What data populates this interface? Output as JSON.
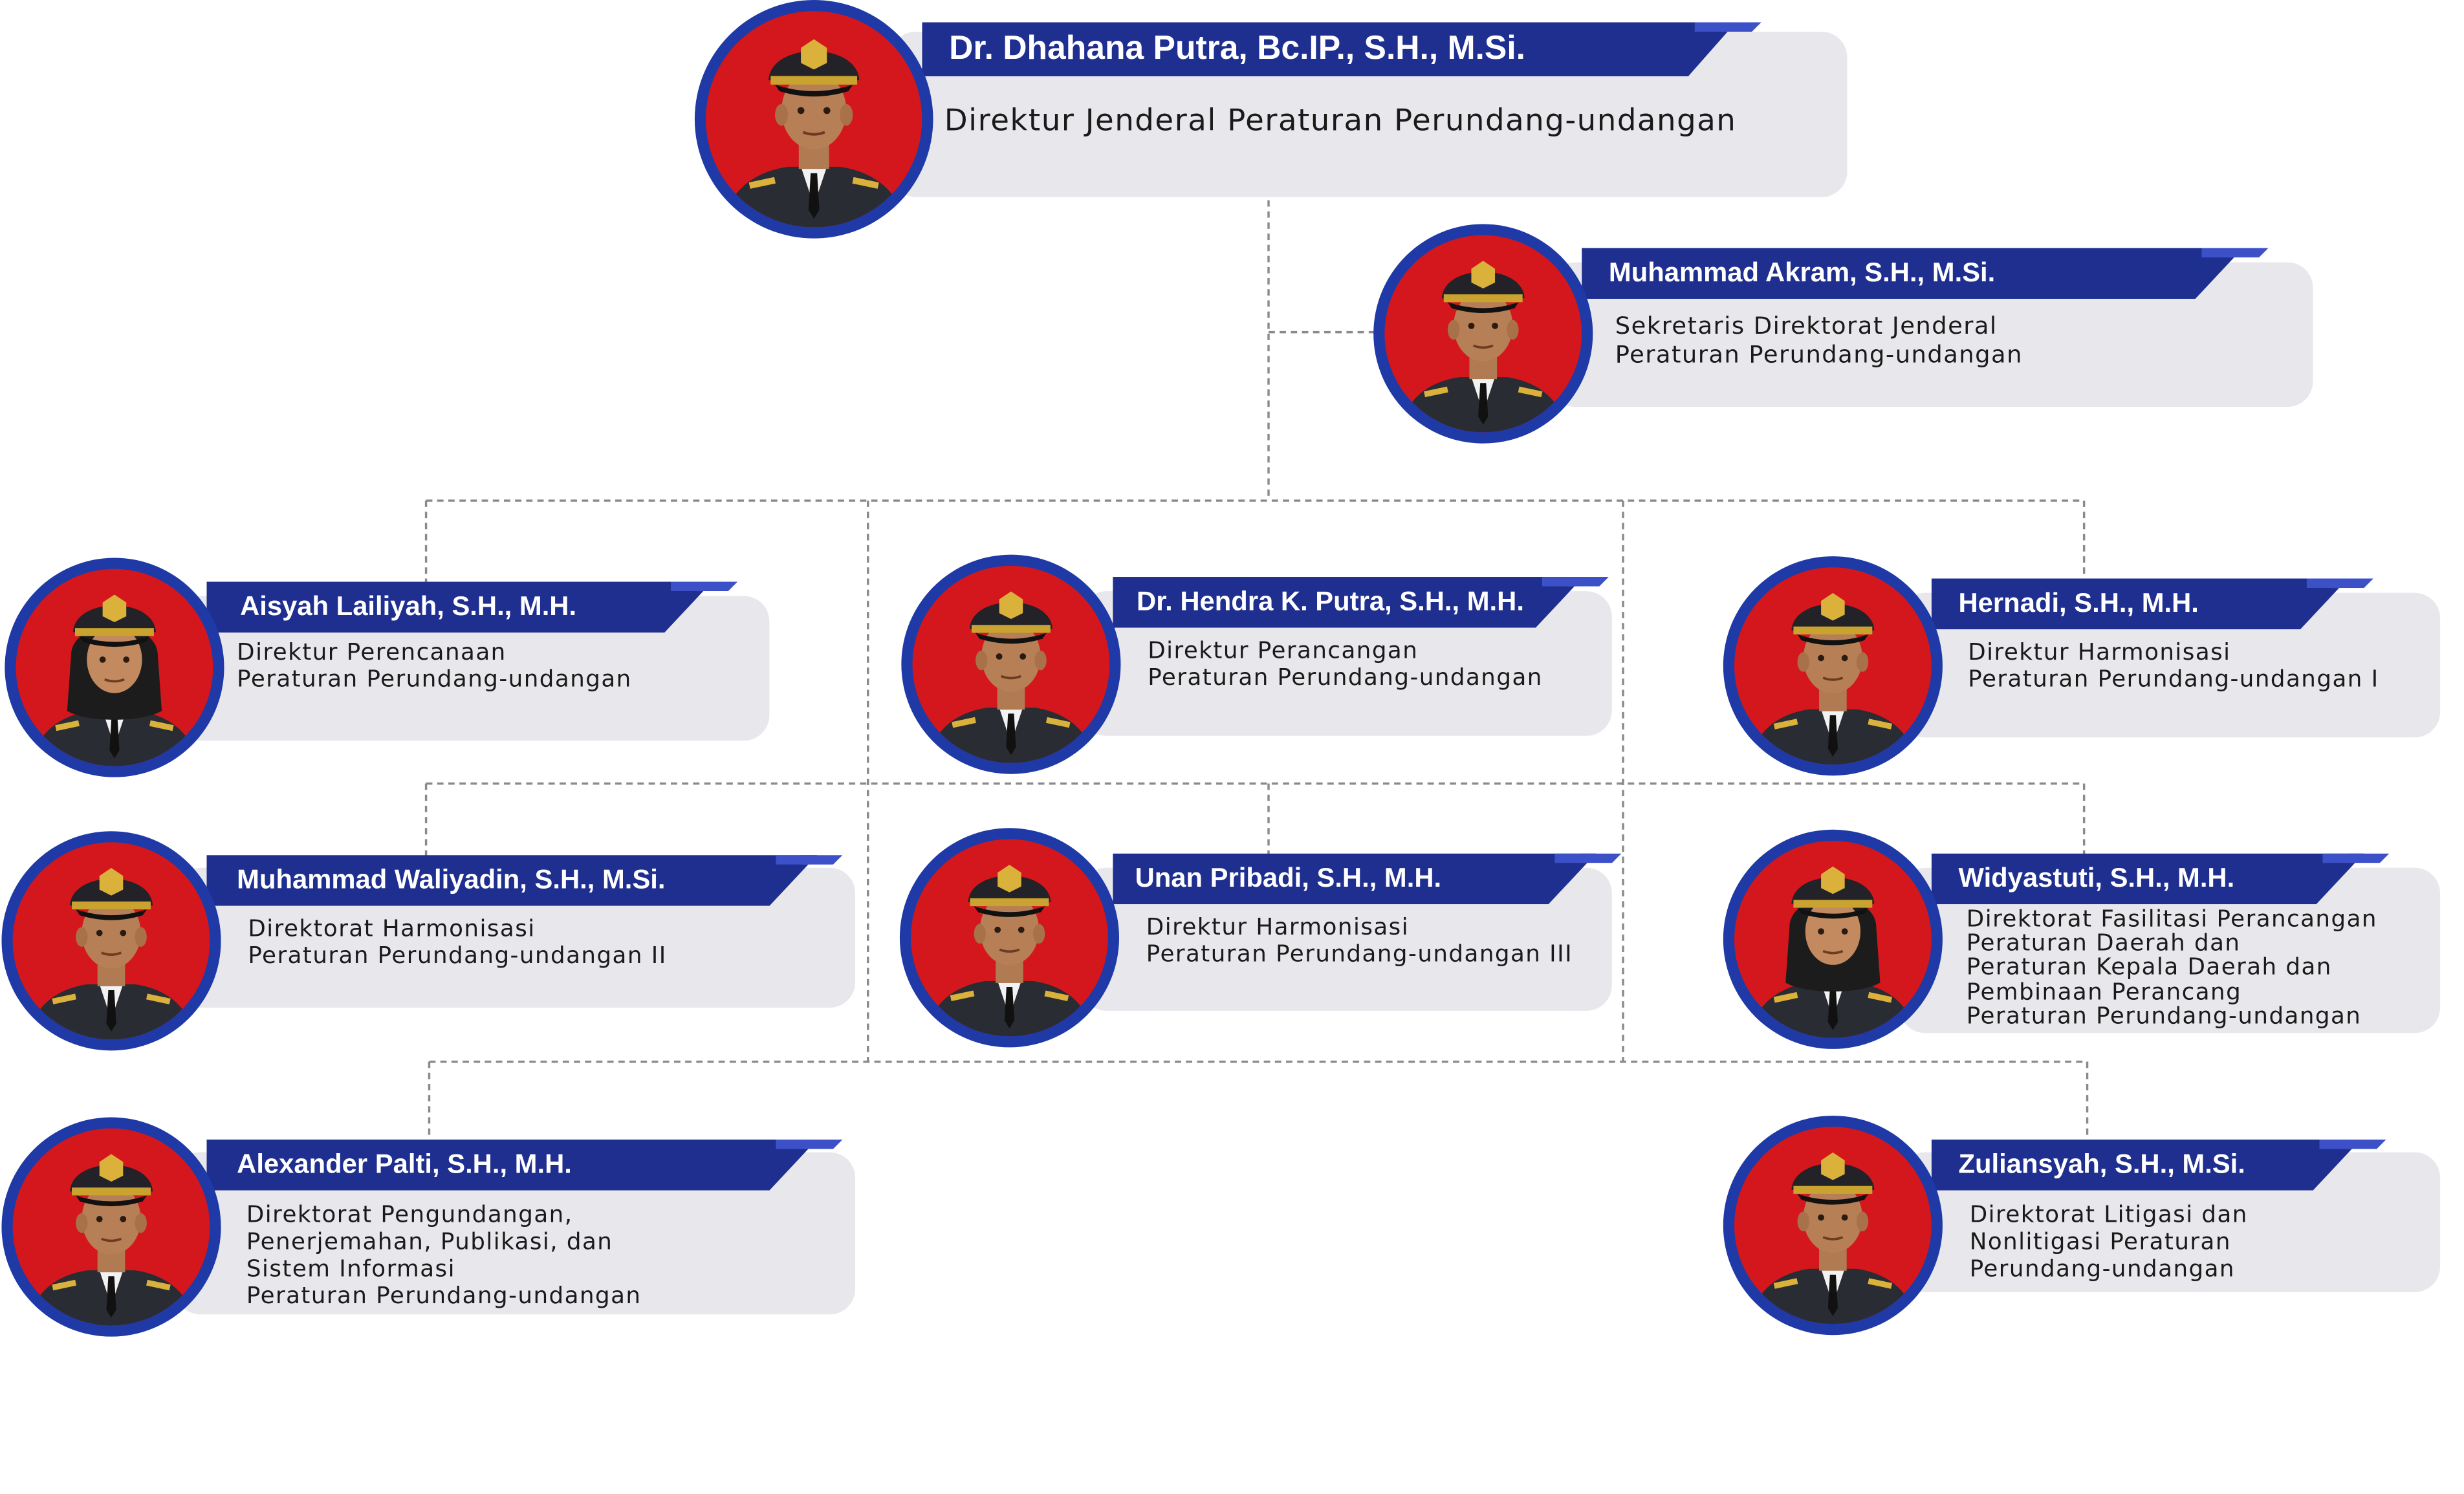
{
  "colors": {
    "name_bar": "#1f2f8f",
    "accent": "#3c50c8",
    "desc_box": "#e8e8ec",
    "photo_bg": "#d4171c",
    "ring": "#1f3aa6",
    "connector": "#8a8a8a"
  },
  "people": [
    {
      "name": "Dr. Dhahana Putra, Bc.IP., S.H., M.Si.",
      "title": [
        "Direktur Jenderal Peraturan Perundang-undangan"
      ],
      "headwear": "cap"
    },
    {
      "name": "Muhammad Akram, S.H., M.Si.",
      "title": [
        "Sekretaris Direktorat Jenderal",
        "Peraturan Perundang-undangan"
      ],
      "headwear": "cap"
    },
    {
      "name": "Aisyah Lailiyah, S.H., M.H.",
      "title": [
        "Direktur Perencanaan",
        "Peraturan Perundang-undangan"
      ],
      "headwear": "hijab"
    },
    {
      "name": "Dr. Hendra K. Putra, S.H., M.H.",
      "title": [
        "Direktur Perancangan",
        "Peraturan Perundang-undangan"
      ],
      "headwear": "cap"
    },
    {
      "name": "Hernadi, S.H., M.H.",
      "title": [
        "Direktur Harmonisasi",
        "Peraturan Perundang-undangan I"
      ],
      "headwear": "cap"
    },
    {
      "name": "Muhammad Waliyadin, S.H., M.Si.",
      "title": [
        "Direktorat Harmonisasi",
        "Peraturan Perundang-undangan II"
      ],
      "headwear": "cap"
    },
    {
      "name": "Unan Pribadi, S.H., M.H.",
      "title": [
        "Direktur Harmonisasi",
        "Peraturan Perundang-undangan III"
      ],
      "headwear": "cap"
    },
    {
      "name": "Widyastuti, S.H., M.H.",
      "title": [
        "Direktorat Fasilitasi Perancangan",
        "Peraturan Daerah dan",
        "Peraturan Kepala Daerah dan",
        "Pembinaan Perancang",
        "Peraturan Perundang-undangan"
      ],
      "headwear": "hijab"
    },
    {
      "name": "Alexander Palti, S.H., M.H.",
      "title": [
        "Direktorat Pengundangan,",
        "Penerjemahan, Publikasi, dan",
        "Sistem Informasi",
        "Peraturan Perundang-undangan"
      ],
      "headwear": "cap"
    },
    {
      "name": "Zuliansyah, S.H., M.Si.",
      "title": [
        "Direktorat Litigasi dan",
        "Nonlitigasi Peraturan",
        "Perundang-undangan"
      ],
      "headwear": "cap"
    }
  ]
}
